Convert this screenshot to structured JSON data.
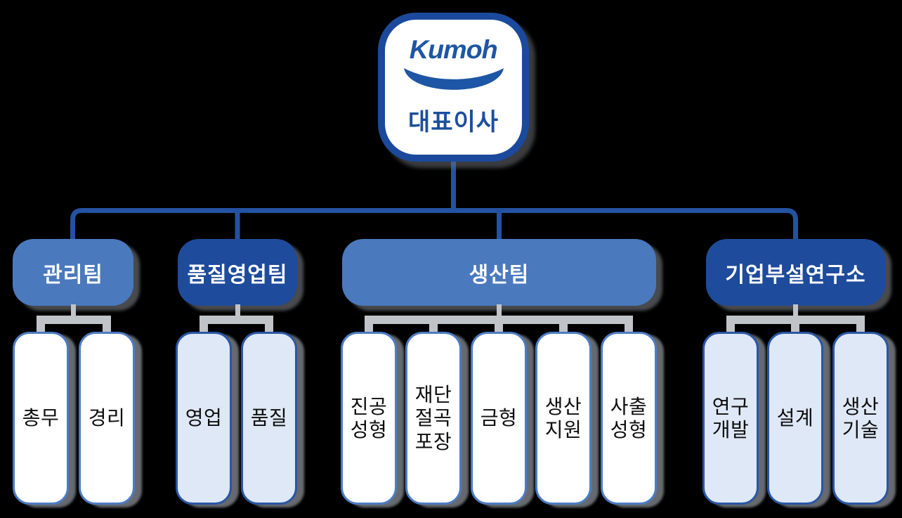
{
  "root": {
    "logo_text": "Kumoh",
    "title": "대표이사"
  },
  "colors": {
    "background": "#000000",
    "node_fill": "#ffffff",
    "node_border": "#1b4a9c",
    "logo_blue": "#1d56a4",
    "title_blue": "#1b4f9b",
    "line_blue": "#2452a2",
    "connector_gray": "#c0c3c8",
    "dept_light": "#4a79be",
    "dept_dark": "#1e4b9b",
    "dept_text": "#ffffff",
    "child_white_fill": "#ffffff",
    "child_white_border": "#4d7cc3",
    "child_tint_fill": "#dfe8f6",
    "child_tint_border": "#2a56a4",
    "child_text": "#0d0d0d"
  },
  "groups": [
    {
      "id": "management",
      "label": "관리팀",
      "variant": "light",
      "children": [
        {
          "label": "총무",
          "variant": "white"
        },
        {
          "label": "경리",
          "variant": "white"
        }
      ]
    },
    {
      "id": "quality-sales",
      "label": "품질영업팀",
      "variant": "dark",
      "children": [
        {
          "label": "영업",
          "variant": "tint"
        },
        {
          "label": "품질",
          "variant": "tint"
        }
      ]
    },
    {
      "id": "production",
      "label": "생산팀",
      "variant": "light",
      "children": [
        {
          "label": "진공\n성형",
          "variant": "white"
        },
        {
          "label": "재단\n절곡\n포장",
          "variant": "white"
        },
        {
          "label": "금형",
          "variant": "white"
        },
        {
          "label": "생산\n지원",
          "variant": "white"
        },
        {
          "label": "사출\n성형",
          "variant": "white"
        }
      ]
    },
    {
      "id": "research",
      "label": "기업부설연구소",
      "variant": "dark",
      "children": [
        {
          "label": "연구\n개발",
          "variant": "tint"
        },
        {
          "label": "설계",
          "variant": "tint"
        },
        {
          "label": "생산\n기술",
          "variant": "tint"
        }
      ]
    }
  ]
}
